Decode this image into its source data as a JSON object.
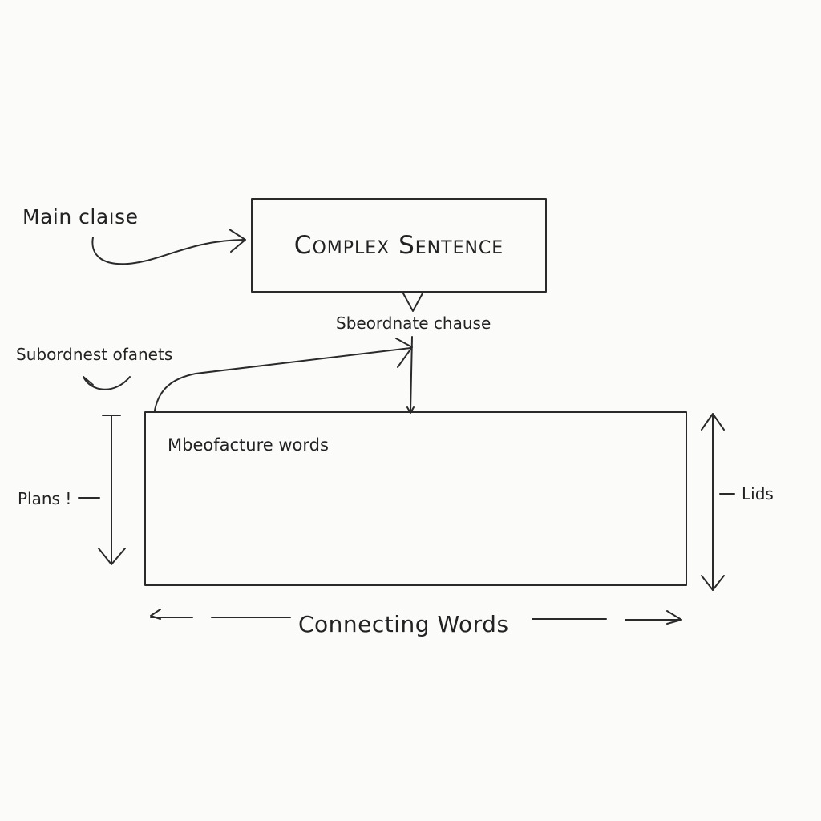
{
  "diagram": {
    "title": "Complex Sentence",
    "labels": {
      "main_clause": "Main claıse",
      "subordinate_clause": "Sbeordnate chause",
      "subordinate_elements": "Subordnest ofanets",
      "box_inner": "Mbeofacture words",
      "left_side": "Plans !",
      "right_side": "Lids",
      "bottom": "Connecting Words"
    },
    "colors": {
      "ink": "#222222",
      "background": "#fbfbfa"
    }
  }
}
